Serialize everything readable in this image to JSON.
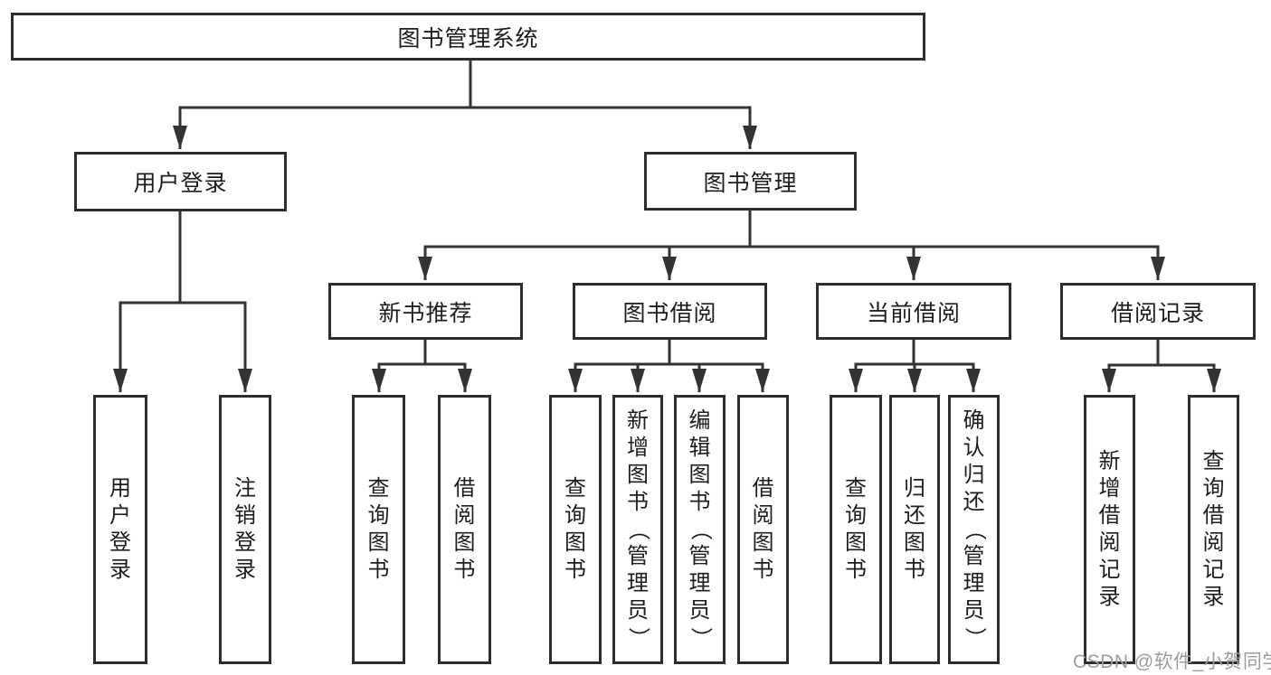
{
  "diagram_title": "图书管理系统",
  "tree": {
    "label": "图书管理系统",
    "children": [
      {
        "label": "用户登录",
        "children": [
          {
            "label": "用户登录"
          },
          {
            "label": "注销登录"
          }
        ]
      },
      {
        "label": "图书管理",
        "children": [
          {
            "label": "新书推荐",
            "children": [
              {
                "label": "查询图书"
              },
              {
                "label": "借阅图书"
              }
            ]
          },
          {
            "label": "图书借阅",
            "children": [
              {
                "label": "查询图书"
              },
              {
                "label": "新增图书（管理员）"
              },
              {
                "label": "编辑图书（管理员）"
              },
              {
                "label": "借阅图书"
              }
            ]
          },
          {
            "label": "当前借阅",
            "children": [
              {
                "label": "查询图书"
              },
              {
                "label": "归还图书"
              },
              {
                "label": "确认归还（管理员）"
              }
            ]
          },
          {
            "label": "借阅记录",
            "children": [
              {
                "label": "新增借阅记录"
              },
              {
                "label": "查询借阅记录"
              }
            ]
          }
        ]
      }
    ]
  },
  "watermark": {
    "text": "CSDN @软件_小贺同学"
  },
  "colors": {
    "background": "#ffffff",
    "line": "#333333",
    "box_border": "#2d2d2d",
    "text": "#1d1d1d",
    "watermark": "#9c9c9c"
  }
}
